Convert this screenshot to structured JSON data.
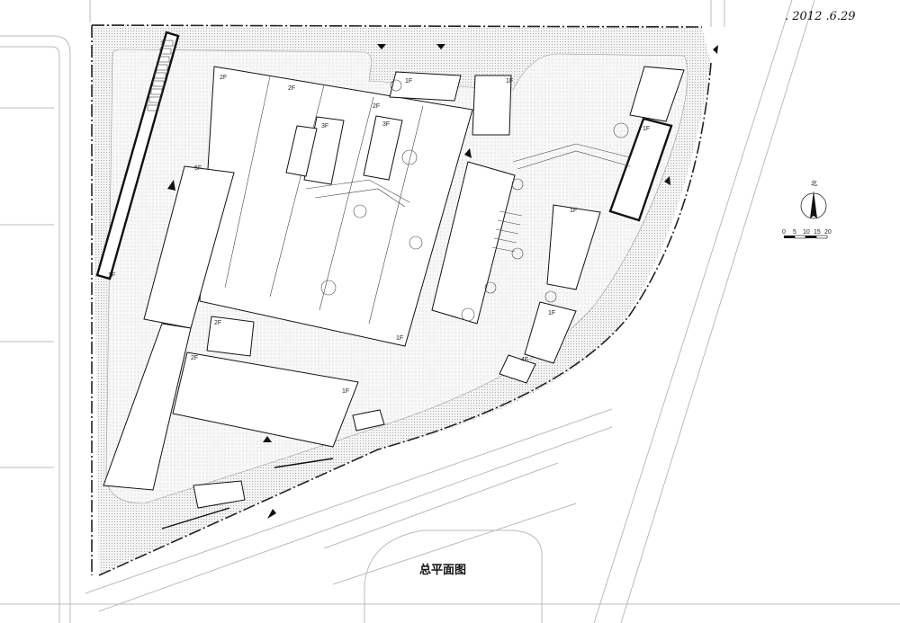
{
  "drawing": {
    "title": "总平面图",
    "date_note": ". 2012 .6.29"
  },
  "compass": {
    "north_label": "北"
  },
  "scale_bar": {
    "ticks": [
      "0",
      "5",
      "10",
      "15",
      "20"
    ]
  },
  "floor_labels": {
    "b1": "2F",
    "b2": "2F",
    "b3": "2F",
    "b4": "3F",
    "b5": "3F",
    "b6": "1F",
    "b7": "1F",
    "b8": "5F",
    "b9": "1F",
    "b10": "2F",
    "b11": "2F",
    "b12": "1F",
    "b13": "1F",
    "b14": "1F",
    "b15": "1F",
    "b16": "1F",
    "b17": "4F"
  }
}
